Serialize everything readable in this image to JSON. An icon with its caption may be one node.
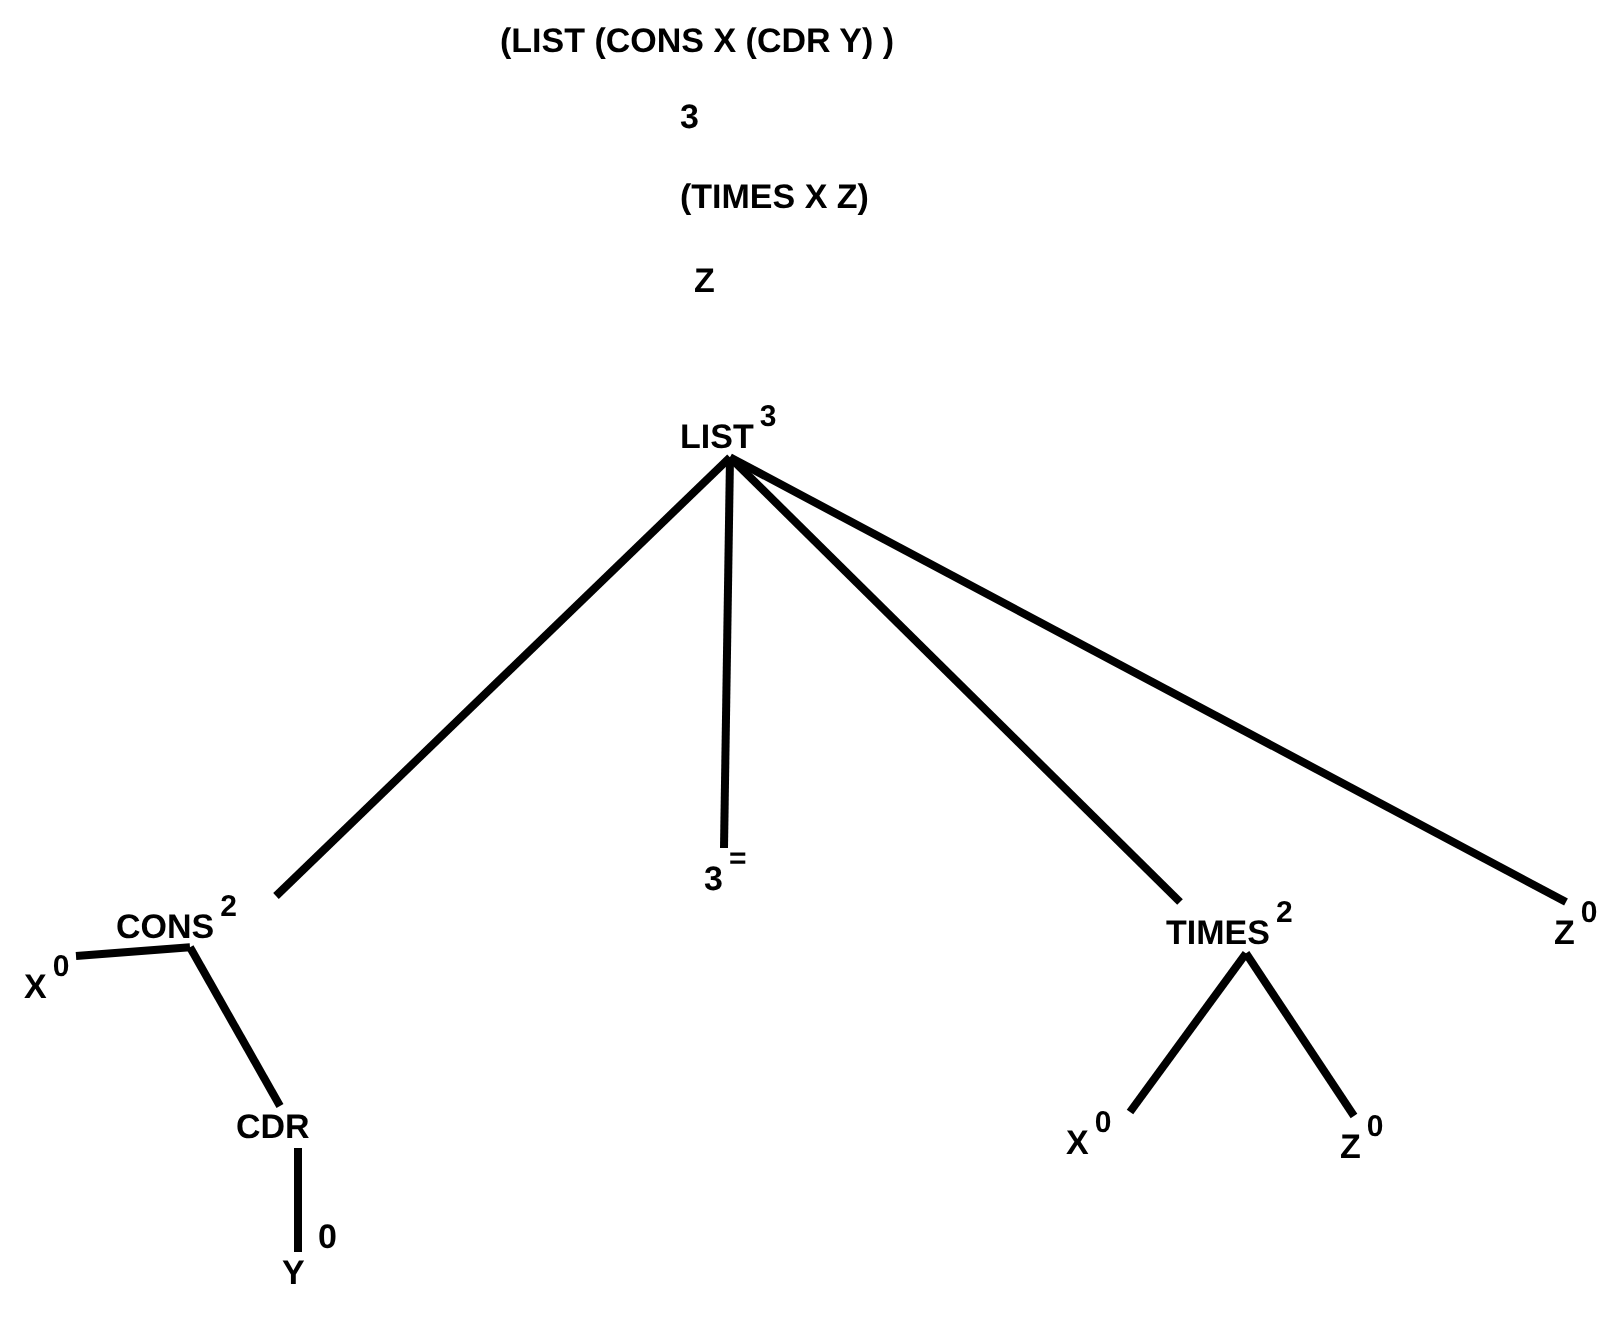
{
  "diagram": {
    "nodes": [
      {
        "text": [
          "LIST$^{3}$"
        ]
      },
      {
        "text": [
          "CONS$^{2}$"
        ]
      },
      {
        "text": [
          "3$^{=}$"
        ]
      },
      {
        "text": [
          "TIMES$^{2}$"
        ]
      },
      {
        "text": [
          "Z$^{0}$"
        ]
      },
      {
        "text": [
          "X$^{0}$"
        ]
      },
      {
        "text": [
          "CDR"
        ]
      },
      {
        "text": [
          "Y"
        ],
        "beside": [
          "0"
        ]
      },
      {
        "text": [
          "X$^{0}$"
        ]
      },
      {
        "text": [
          "Z$^{0}$"
        ]
      }
    ],
    "edges": [
      {
        "from": 0,
        "to": 1,
        "arrow": "none"
      },
      {
        "from": 0,
        "to": 2,
        "arrow": "none"
      },
      {
        "from": 0,
        "to": 3,
        "arrow": "none"
      },
      {
        "from": 0,
        "to": 4,
        "arrow": "none"
      },
      {
        "from": 1,
        "to": 5,
        "arrow": "none"
      },
      {
        "from": 1,
        "to": 6,
        "arrow": "none"
      },
      {
        "from": 6,
        "to": 7,
        "arrow": "none"
      },
      {
        "from": 3,
        "to": 8,
        "arrow": "none"
      },
      {
        "from": 3,
        "to": 9,
        "arrow": "none"
      }
    ],
    "labels": [
      "(LIST (CONS X (CDR Y) )",
      "3",
      "(TIMES X Z)",
      "Z"
    ]
  }
}
